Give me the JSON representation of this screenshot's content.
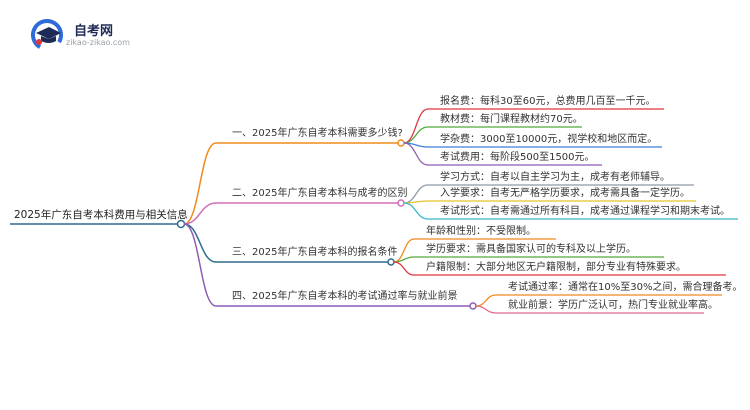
{
  "logo": {
    "title": "自考网",
    "subtitle": "zikao-zikao.com",
    "colors": {
      "ring": "#2f6bd8",
      "cap": "#1f2b57",
      "accent": "#e0353c"
    }
  },
  "mindmap": {
    "root": "2025年广东自考本科费用与相关信息",
    "branches": [
      {
        "label": "一、2025年广东自考本科需要多少钱?",
        "color": "#f08a1c",
        "children": [
          {
            "label": "报名费：每科30至60元，总费用几百至一千元。",
            "color": "#e0353c"
          },
          {
            "label": "教材费：每门课程教材约70元。",
            "color": "#56a83c"
          },
          {
            "label": "学杂费：3000至10000元，视学校和地区而定。",
            "color": "#3d7fd9"
          },
          {
            "label": "考试费用：每阶段500至1500元。",
            "color": "#8e5bb5"
          }
        ]
      },
      {
        "label": "二、2025年广东自考本科与成考的区别",
        "color": "#d26fb8",
        "children": [
          {
            "label": "学习方式：自考以自主学习为主，成考有老师辅导。",
            "color": "#8c9aa8"
          },
          {
            "label": "入学要求：自考无严格学历要求，成考需具备一定学历。",
            "color": "#e3c22d"
          },
          {
            "label": "考试形式：自考需通过所有科目，成考通过课程学习和期末考试。",
            "color": "#37b8c8"
          }
        ]
      },
      {
        "label": "三、2025年广东自考本科的报名条件",
        "color": "#2d6b8c",
        "children": [
          {
            "label": "年龄和性别：不受限制。",
            "color": "#f08a1c"
          },
          {
            "label": "学历要求：需具备国家认可的专科及以上学历。",
            "color": "#56a83c"
          },
          {
            "label": "户籍限制：大部分地区无户籍限制，部分专业有特殊要求。",
            "color": "#e0353c"
          }
        ]
      },
      {
        "label": "四、2025年广东自考本科的考试通过率与就业前景",
        "color": "#8e5bb5",
        "children": [
          {
            "label": "考试通过率：通常在10%至30%之间，需合理备考。",
            "color": "#f08a1c"
          },
          {
            "label": "就业前景：学历广泛认可，热门专业就业率高。",
            "color": "#e06b8a"
          }
        ]
      }
    ],
    "root_color": "#2d6b8c"
  }
}
